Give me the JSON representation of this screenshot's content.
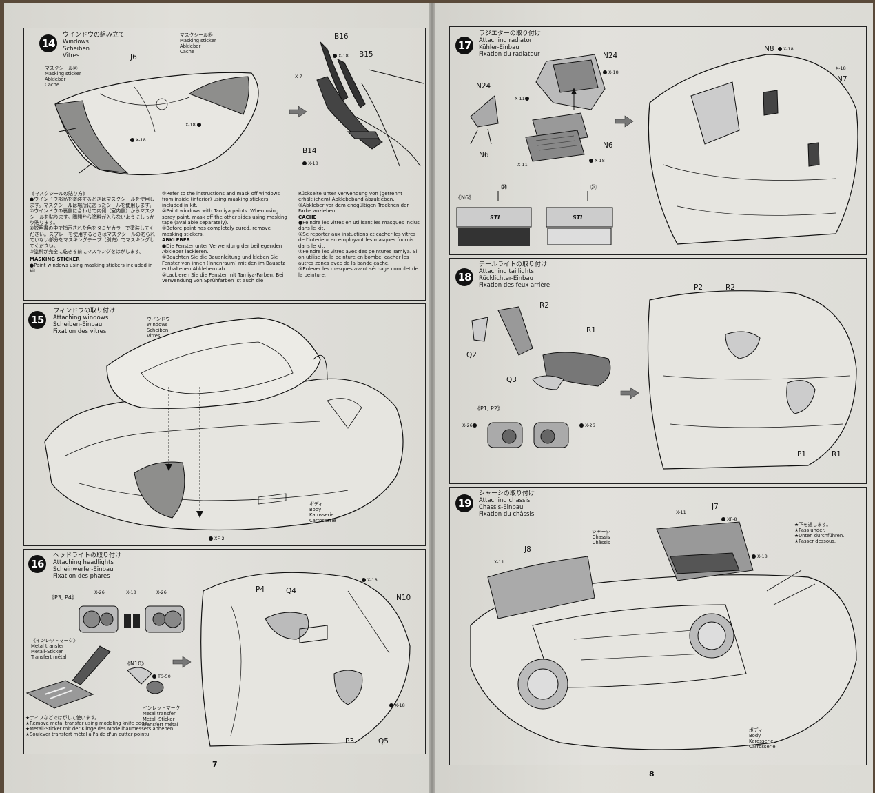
{
  "pages": {
    "left_number": "7",
    "right_number": "8"
  },
  "steps": {
    "s14": {
      "num": "14",
      "title_jp": "ウインドウの組み立て",
      "title_en": "Windows",
      "title_de": "Scheiben",
      "title_fr": "Vitres",
      "labels": {
        "masking_b_jp": "マスクシールⒷ",
        "masking_b_en": "Masking sticker",
        "masking_b_de": "Abkleber",
        "masking_b_fr": "Cache",
        "masking_a_jp": "マスクシールⒶ",
        "masking_a_en": "Masking sticker",
        "masking_a_de": "Abkleber",
        "masking_a_fr": "Cache",
        "j6": "J6",
        "x18a": "X-18",
        "x18b": "X-18",
        "b16": "B16",
        "b15": "B15",
        "x18c": "X-18",
        "x7": "X-7",
        "b14": "B14",
        "x18d": "X-18"
      },
      "text_col1": [
        "《マスクシールの貼り方》",
        "●ウインドウ部品を塗装するときはマスクシールを使用します。マスクシールは場所にあったシールを使用します。",
        "①ウインドウの裏側に合わせて内側（室内側）からマスクシールを貼ります。隅間から塗料が入らないようにしっかり貼ります。",
        "②説明書の中で指示された色をタミヤカラーで塗装してください。スプレーを使用するときはマスクシールの貼られていない部分をマスキングテープ（別売）でマスキングしてください。",
        "③塗料が完全に乾きる前にマスキングをはがします。",
        "MASKING STICKER",
        "●Paint windows using masking stickers included in kit."
      ],
      "text_col2": [
        "①Refer to the instructions and mask off windows from inside (interior) using masking stickers included in kit.",
        "②Paint windows with Tamiya paints. When using spray paint, mask off the other sides using masking tape (available separately).",
        "③Before paint has completely cured, remove masking stickers.",
        "ABKLEBER",
        "●Die Fenster unter Verwendung der beiliegenden Abkleber lackieren.",
        "①Beachten Sie die Bauanleitung und kleben Sie Fenster von innen (Innenraum) mit den im Bausatz enthaltenen Abklebern ab.",
        "②Lackieren Sie die Fenster mit Tamiya-Farben. Bei Verwendung von Sprühfarben ist auch die"
      ],
      "text_col3": [
        "Rückseite unter Verwendung von (getrennt erhältlichem) Abklebeband abzukleben.",
        "③Abkleber vor dem endgültigen Trocknen der Farbe anziehen.",
        "CACHE",
        "●Peindre les vitres en utilisant les masques inclus dans le kit.",
        "①Se reporter aux instuctions et cacher les vitres de l'interieur en employant les masques fournis dans le kit.",
        "②Peindre les vitres avec des peintures Tamiya. Si on utilise de la peinture en bombe, cacher les autres zones avec de la bande cache.",
        "③Enlever les masques avant séchage complet de la peinture."
      ]
    },
    "s15": {
      "num": "15",
      "title_jp": "ウィンドウの取り付け",
      "title_en": "Attaching windows",
      "title_de": "Scheiben-Einbau",
      "title_fr": "Fixation des vitres",
      "labels": {
        "win_jp": "ウインドウ",
        "win_en": "Windows",
        "win_de": "Scheiben",
        "win_fr": "Vitres",
        "body_jp": "ボディ",
        "body_en": "Body",
        "body_de": "Karosserie",
        "body_fr": "Carrosserie",
        "xf2": "XF-2"
      }
    },
    "s16": {
      "num": "16",
      "title_jp": "ヘッドライトの取り付け",
      "title_en": "Attaching headlights",
      "title_de": "Scheinwerfer-Einbau",
      "title_fr": "Fixation des phares",
      "labels": {
        "p3p4": "《P3, P4》",
        "x26a": "X-26",
        "x18a": "X-18",
        "x26b": "X-26",
        "inlet_jp": "《インレットマーク》",
        "inlet_en": "Metal transfer",
        "inlet_de": "Metall-Sticker",
        "inlet_fr": "Transfert métal",
        "n10_part": "《N10》",
        "ts50": "TS-50",
        "inlet2_jp": "インレットマーク",
        "inlet2_en": "Metal transfer",
        "inlet2_de": "Metall-Sticker",
        "inlet2_fr": "Transfert métal",
        "p4": "P4",
        "q4": "Q4",
        "x18b": "X-18",
        "n10": "N10",
        "x18c": "X-18",
        "p3": "P3",
        "q5": "Q5"
      },
      "notes": [
        "★ナイフなどではがして使います。",
        "★Remove metal transfer using modeling knife edge.",
        "★Metall-Sticker mit der Klinge des Modellbaumessers anheben.",
        "★Soulever transfert métal à l'aide d'un cutter pointu."
      ]
    },
    "s17": {
      "num": "17",
      "title_jp": "ラジエターの取り付け",
      "title_en": "Attaching radiator",
      "title_de": "Kühler-Einbau",
      "title_fr": "Fixation du radiateur",
      "labels": {
        "n24a": "N24",
        "x18a": "X-18",
        "n24b": "N24",
        "x11a": "X-11",
        "n6a": "N6",
        "n6b": "N6",
        "x11b": "X-11",
        "x18b": "X-18",
        "n8": "N8",
        "x18c": "X-18",
        "x18d": "X-18",
        "n7": "N7",
        "n6_detail": "《N6》",
        "decal_a": "㉞",
        "decal_b": "㉞",
        "sti_a": "STI",
        "sti_b": "STI"
      }
    },
    "s18": {
      "num": "18",
      "title_jp": "テールライトの取り付け",
      "title_en": "Attaching taillights",
      "title_de": "Rücklichter-Einbau",
      "title_fr": "Fixation des feux arrière",
      "labels": {
        "r2a": "R2",
        "r1a": "R1",
        "q2": "Q2",
        "q3": "Q3",
        "p1p2": "《P1, P2》",
        "x26a": "X-26",
        "x26b": "X-26",
        "p2": "P2",
        "r2b": "R2",
        "p1": "P1",
        "r1b": "R1"
      }
    },
    "s19": {
      "num": "19",
      "title_jp": "シャーシの取り付け",
      "title_en": "Attaching chassis",
      "title_de": "Chassis-Einbau",
      "title_fr": "Fixation du châssis",
      "labels": {
        "x11a": "X-11",
        "j7": "J7",
        "xf8": "XF-8",
        "chassis_jp": "シャーシ",
        "chassis_en": "Chassis",
        "chassis_fr": "Châssis",
        "x18": "X-18",
        "x11b": "X-11",
        "j8": "J8",
        "pass_jp": "★下を通します。",
        "pass_en": "★Pass under.",
        "pass_de": "★Unten durchführen.",
        "pass_fr": "★Passer dessous.",
        "body_jp": "ボディ",
        "body_en": "Body",
        "body_de": "Karosserie",
        "body_fr": "Carrosserie"
      }
    }
  },
  "colors": {
    "ink": "#111111",
    "paper": "#dddcd6",
    "grey_part": "#8e8e8c",
    "dark_part": "#3a3a3a"
  }
}
